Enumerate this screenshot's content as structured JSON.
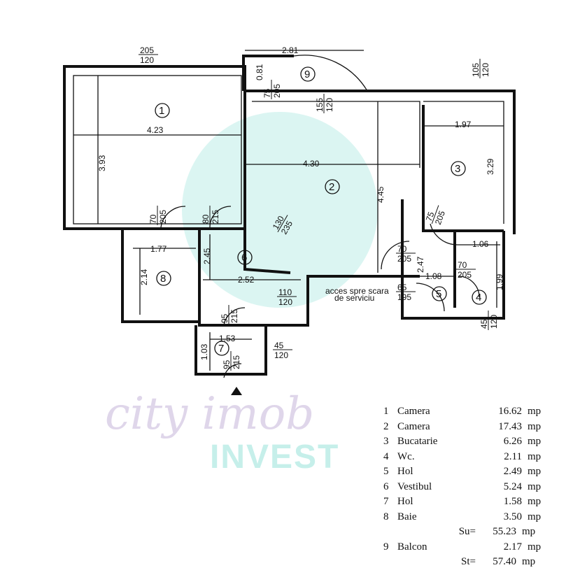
{
  "rooms": [
    {
      "no": "1",
      "name": "Camera",
      "area": "16.62",
      "unit": "mp"
    },
    {
      "no": "2",
      "name": "Camera",
      "area": "17.43",
      "unit": "mp"
    },
    {
      "no": "3",
      "name": "Bucatarie",
      "area": "6.26",
      "unit": "mp"
    },
    {
      "no": "4",
      "name": "Wc.",
      "area": "2.11",
      "unit": "mp"
    },
    {
      "no": "5",
      "name": "Hol",
      "area": "2.49",
      "unit": "mp"
    },
    {
      "no": "6",
      "name": "Vestibul",
      "area": "5.24",
      "unit": "mp"
    },
    {
      "no": "7",
      "name": "Hol",
      "area": "1.58",
      "unit": "mp"
    },
    {
      "no": "8",
      "name": "Baie",
      "area": "3.50",
      "unit": "mp"
    }
  ],
  "su": {
    "label": "Su=",
    "area": "55.23",
    "unit": "mp"
  },
  "balcon": {
    "no": "9",
    "name": "Balcon",
    "area": "2.17",
    "unit": "mp"
  },
  "st": {
    "label": "St=",
    "area": "57.40",
    "unit": "mp"
  },
  "dims": {
    "d423": "4.23",
    "d393": "3.93",
    "d281": "2.81",
    "d081": "0.81",
    "d430": "4.30",
    "d445": "4.45",
    "d197": "1.97",
    "d329": "3.29",
    "d177": "1.77",
    "d214": "2.14",
    "d245": "2.45",
    "d252": "2.52",
    "d247": "2.47",
    "d108": "1.08",
    "d106": "1.06",
    "d199": "1.99",
    "d153": "1.53",
    "d103": "1.03"
  },
  "openings": [
    {
      "t": "205",
      "b": "120"
    },
    {
      "t": "75",
      "b": "205"
    },
    {
      "t": "155",
      "b": "120"
    },
    {
      "t": "105",
      "b": "120"
    },
    {
      "t": "70",
      "b": "205"
    },
    {
      "t": "80",
      "b": "215"
    },
    {
      "t": "130",
      "b": "235"
    },
    {
      "t": "75",
      "b": "205"
    },
    {
      "t": "70",
      "b": "205"
    },
    {
      "t": "70",
      "b": "205"
    },
    {
      "t": "65",
      "b": "195"
    },
    {
      "t": "110",
      "b": "120"
    },
    {
      "t": "95",
      "b": "215"
    },
    {
      "t": "45",
      "b": "120"
    },
    {
      "t": "95",
      "b": "215"
    },
    {
      "t": "45",
      "b": "120"
    }
  ],
  "note": {
    "line1": "acces spre scara",
    "line2": "de serviciu"
  },
  "watermark": {
    "line1": "city imob",
    "line2": "INVEST"
  },
  "colors": {
    "walls": "#111111",
    "watermark_purple": "#d8cce6",
    "watermark_teal": "#b8ece6"
  }
}
